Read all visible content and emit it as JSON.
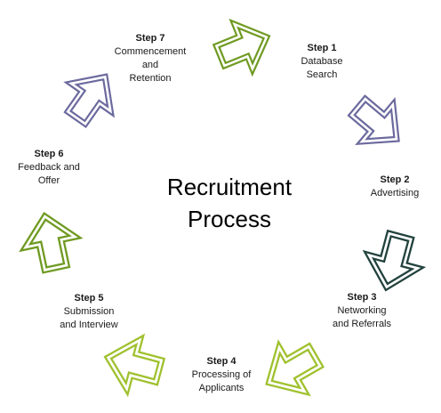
{
  "title_line1": "Recruitment",
  "title_line2": "Process",
  "steps": [
    {
      "num": "Step 1",
      "line1": "Database",
      "line2": "Search"
    },
    {
      "num": "Step 2",
      "line1": "Advertising"
    },
    {
      "num": "Step 3",
      "line1": "Networking",
      "line2": "and Referrals"
    },
    {
      "num": "Step 4",
      "line1": "Processing of",
      "line2": "Applicants"
    },
    {
      "num": "Step 5",
      "line1": "Submission",
      "line2": "and Interview"
    },
    {
      "num": "Step 6",
      "line1": "Feedback and",
      "line2": "Offer"
    },
    {
      "num": "Step 7",
      "line1": "Commencement",
      "line2": "and",
      "line3": "Retention"
    }
  ],
  "colors": {
    "purple": "#6b6a9e",
    "dark_teal": "#22423d",
    "lime": "#9fc12e",
    "olive_green": "#6f9a22"
  },
  "arrows": [
    {
      "name": "arrow-step1-to-step2",
      "color": "#6b6a9e",
      "icon": "double-outline-arrow"
    },
    {
      "name": "arrow-step2-to-step3",
      "color": "#22423d",
      "icon": "double-outline-arrow"
    },
    {
      "name": "arrow-step3-to-step4",
      "color": "#9fc12e",
      "icon": "double-outline-arrow"
    },
    {
      "name": "arrow-step4-to-step5",
      "color": "#9fc12e",
      "icon": "double-outline-arrow"
    },
    {
      "name": "arrow-step5-to-step6",
      "color": "#6f9a22",
      "icon": "double-outline-arrow"
    },
    {
      "name": "arrow-step6-to-step7",
      "color": "#6b6a9e",
      "icon": "double-outline-arrow"
    },
    {
      "name": "arrow-step7-to-step1",
      "color": "#6f9a22",
      "icon": "double-outline-arrow"
    }
  ]
}
